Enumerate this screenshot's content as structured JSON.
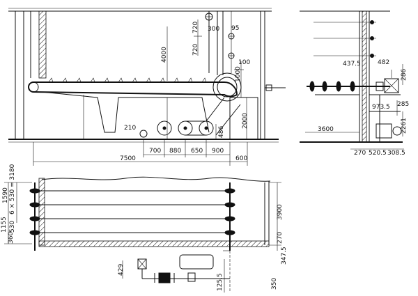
{
  "dimensions": {
    "d300": "300",
    "d720a": "720",
    "d720b": "720",
    "d95": "95",
    "d4000": "4000",
    "d100": "100",
    "d1000": "1000",
    "d2000": "2000",
    "d486": "486",
    "d210": "210",
    "d7500": "7500",
    "d700": "700",
    "d880": "880",
    "d650": "650",
    "d900": "900",
    "d600": "600",
    "d437": "437.5",
    "d482": "482",
    "d286": "286",
    "d973": "973.5",
    "d285": "285",
    "d2261": "2261",
    "d3600": "3600",
    "d270a": "270",
    "d520": "520.5",
    "d308": "308.5",
    "d1590": "1590",
    "d3180": "6 × 530 = 3180",
    "d1155": "1155",
    "d530": "530",
    "d360": "360",
    "d3900": "3900",
    "d270b": "270",
    "d347": "347.5",
    "d429": "429",
    "d125": "125.5",
    "d350": "350"
  }
}
